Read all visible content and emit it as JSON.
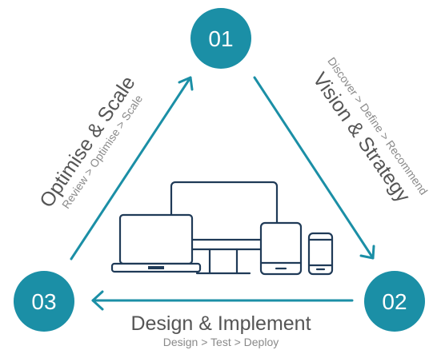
{
  "nodes": [
    {
      "id": "01"
    },
    {
      "id": "02"
    },
    {
      "id": "03"
    }
  ],
  "phases": {
    "vision": {
      "title": "Vision & Strategy",
      "steps": "Discover > Define > Recommend"
    },
    "design": {
      "title": "Design & Implement",
      "steps": "Design > Test > Deploy"
    },
    "optimise": {
      "title": "Optimise & Scale",
      "steps": "Review > Optimise > Scale"
    }
  },
  "colors": {
    "accent": "#1b8fa6",
    "device": "#1f3a57",
    "title_text": "#555555",
    "steps_text": "#8a8a8a"
  },
  "devices": [
    "laptop",
    "desktop-monitor",
    "tablet",
    "smartphone"
  ]
}
